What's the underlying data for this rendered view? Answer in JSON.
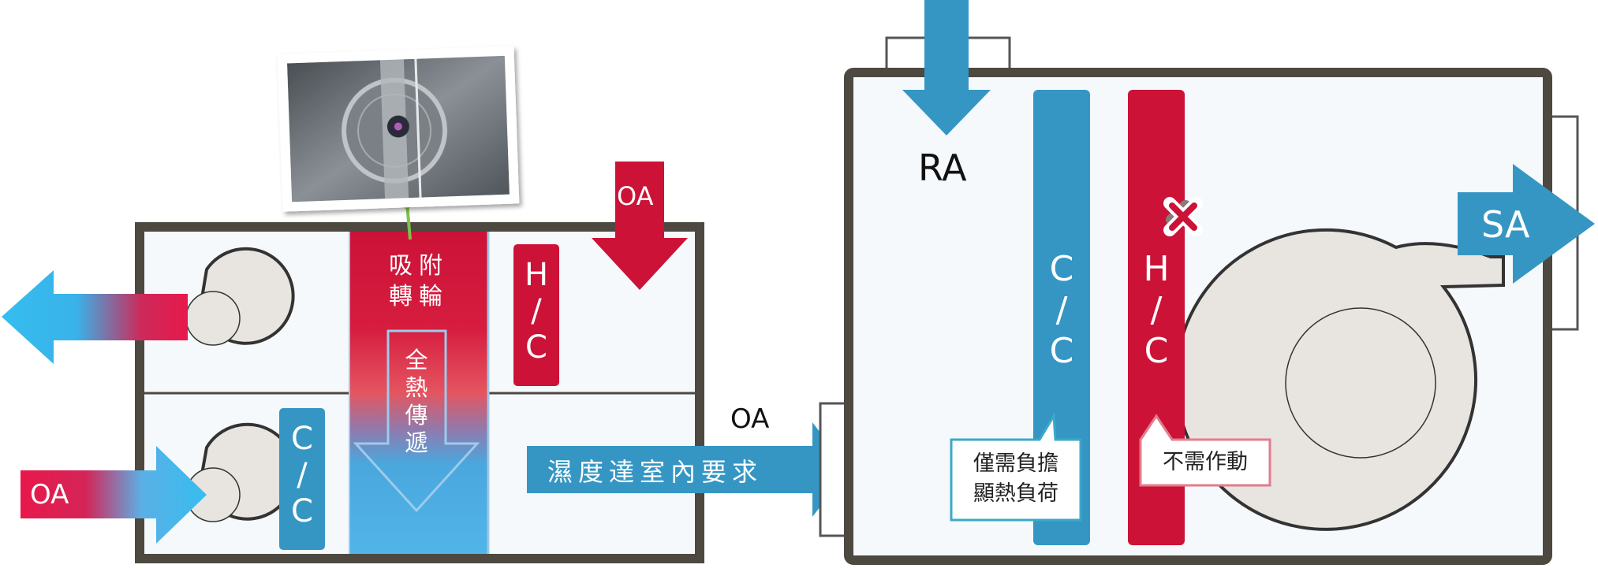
{
  "left_unit": {
    "wheel_label": "吸附\n轉輪",
    "enthalpy_label": "全\n熱\n傳\n遞",
    "hc_coil": "H\n/\nC",
    "cc_coil": "C\n/\nC",
    "oa_down_label": "OA",
    "oa_in_label": "OA"
  },
  "connector": {
    "oa_label": "OA",
    "arrow_text": "濕度達室內要求"
  },
  "right_unit": {
    "ra_label": "RA",
    "sa_label": "SA",
    "cc_coil": "C\n/\nC",
    "hc_coil": "H\n/\nC",
    "cc_note": "僅需負擔\n顯熱負荷",
    "hc_note": "不需作動",
    "hc_status_icon": "cross-mark-icon"
  },
  "colors": {
    "frame": "#4d4840",
    "blue": "#3596c4",
    "red": "#cc1237",
    "light_blue_arrow": "#36bdf0",
    "pink": "#e8184b"
  }
}
